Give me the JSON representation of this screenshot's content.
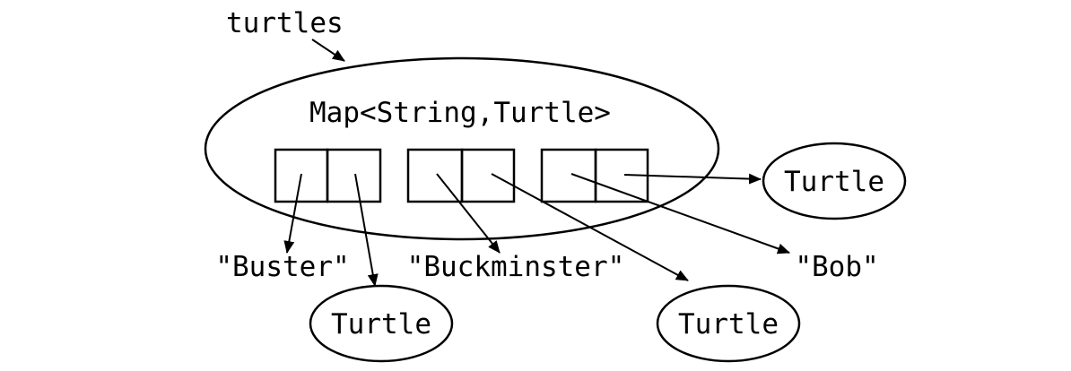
{
  "variable_label": "turtles",
  "map_type_label": "Map<String,Turtle>",
  "keys": [
    "\"Buster\"",
    "\"Buckminster\"",
    "\"Bob\""
  ],
  "values": [
    "Turtle",
    "Turtle",
    "Turtle"
  ],
  "colors": {
    "ink": "#000000",
    "background": "#ffffff"
  }
}
